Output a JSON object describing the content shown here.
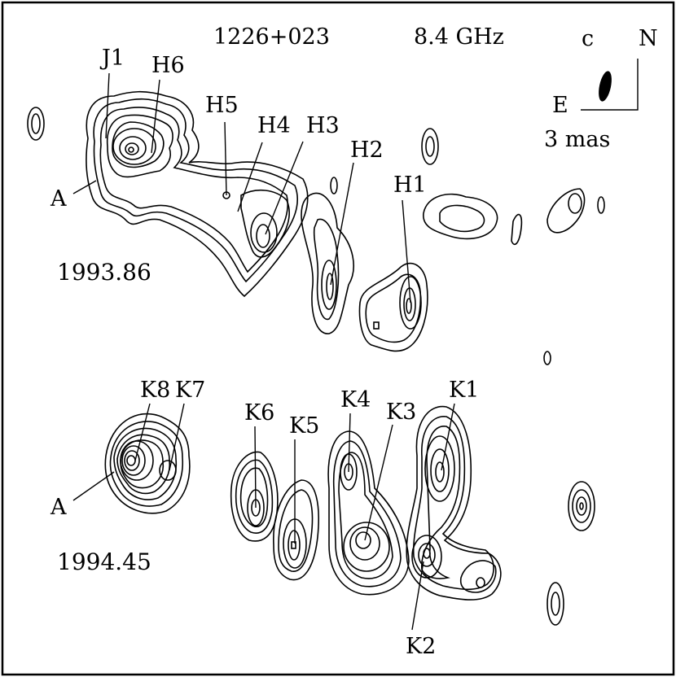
{
  "header": {
    "source": "1226+023",
    "frequency": "8.4 GHz"
  },
  "orientation": {
    "beam_label": "c",
    "north_label": "N",
    "east_label": "E",
    "scale_label": "3 mas"
  },
  "epochs": [
    {
      "date": "1993.86",
      "components": [
        "A",
        "J1",
        "H6",
        "H5",
        "H4",
        "H3",
        "H2",
        "H1"
      ]
    },
    {
      "date": "1994.45",
      "components": [
        "A",
        "K8",
        "K7",
        "K6",
        "K5",
        "K4",
        "K3",
        "K2",
        "K1"
      ]
    }
  ]
}
